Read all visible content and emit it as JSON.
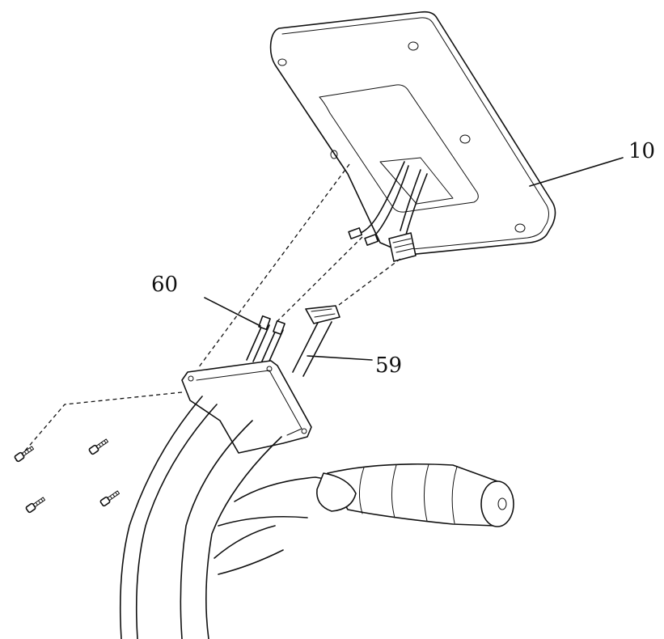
{
  "callouts": {
    "panel": "10",
    "cable_left": "60",
    "cable_right": "59"
  }
}
